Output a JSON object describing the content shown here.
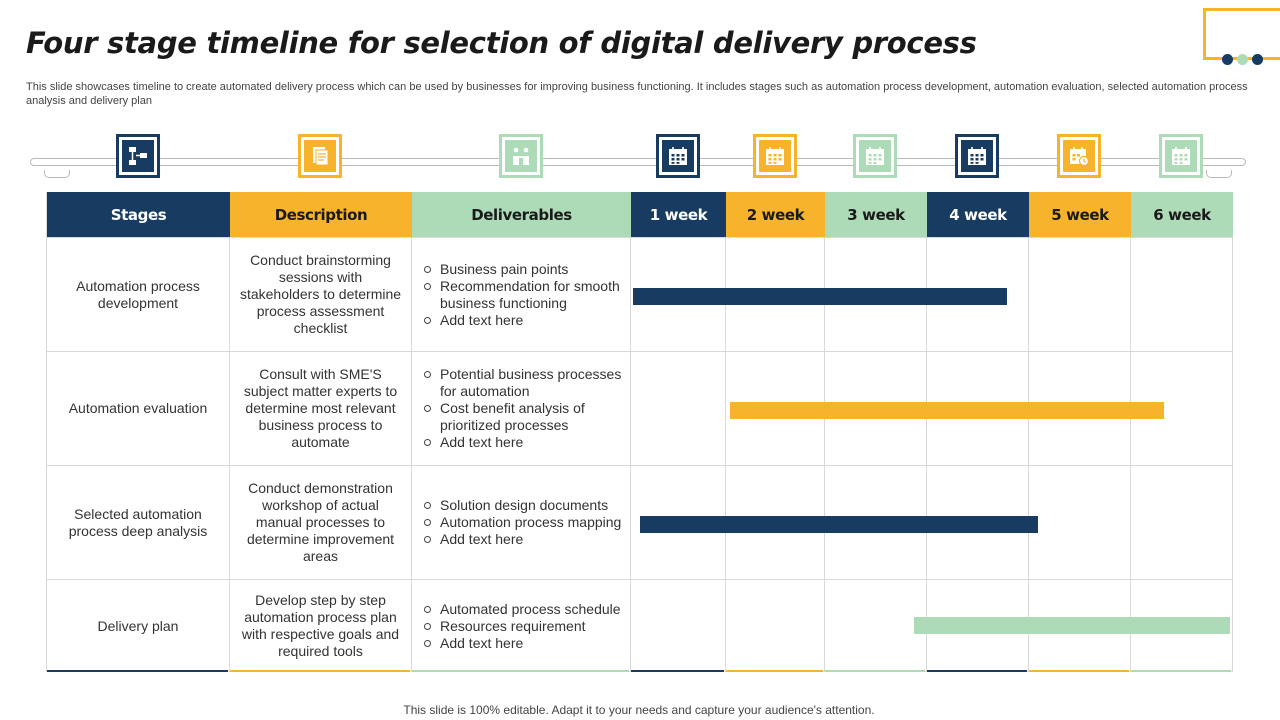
{
  "title": "Four stage timeline for selection of digital delivery process",
  "subtitle": "This slide showcases timeline to create automated delivery process which can be used by businesses for improving business functioning. It includes stages such as automation process development, automation evaluation, selected automation process analysis and delivery plan",
  "footer": "This slide is 100% editable. Adapt it to your needs and capture your audience's attention.",
  "colors": {
    "navy": "#173b61",
    "orange": "#f7b32b",
    "green": "#addbb7"
  },
  "icons": [
    "flowchart-icon",
    "document-icon",
    "meeting-icon",
    "calendar-icon",
    "calendar-icon",
    "calendar-icon",
    "calendar-icon",
    "calendar-clock-icon",
    "calendar-icon"
  ],
  "headers": {
    "stages": "Stages",
    "description": "Description",
    "deliverables": "Deliverables",
    "weeks": [
      "1 week",
      "2 week",
      "3 week",
      "4 week",
      "5 week",
      "6 week"
    ]
  },
  "rows": [
    {
      "stage": "Automation process development",
      "description": "Conduct brainstorming sessions with stakeholders to determine process assessment checklist",
      "deliverables": [
        "Business pain points",
        "Recommendation for smooth business functioning",
        "Add text here"
      ],
      "bar": {
        "start_week": 0.03,
        "end_week": 3.79,
        "color": "#173b61"
      }
    },
    {
      "stage": "Automation evaluation",
      "description": "Consult with SME'S subject matter experts to determine most relevant business process to automate",
      "deliverables": [
        "Potential business processes for automation",
        "Cost benefit analysis of prioritized processes",
        "Add text here"
      ],
      "bar": {
        "start_week": 1.05,
        "end_week": 5.33,
        "color": "#f7b32b"
      }
    },
    {
      "stage": "Selected automation process deep analysis",
      "description": "Conduct demonstration workshop of actual manual processes to determine improvement areas",
      "deliverables": [
        "Solution design documents",
        "Automation process mapping",
        "Add text here"
      ],
      "bar": {
        "start_week": 0.1,
        "end_week": 4.1,
        "color": "#173b61"
      }
    },
    {
      "stage": "Delivery plan",
      "description": "Develop step by step automation process plan with respective goals and required tools",
      "deliverables": [
        "Automated process schedule",
        "Resources requirement",
        "Add text here"
      ],
      "bar": {
        "start_week": 2.88,
        "end_week": 5.98,
        "color": "#addbb7"
      }
    }
  ]
}
